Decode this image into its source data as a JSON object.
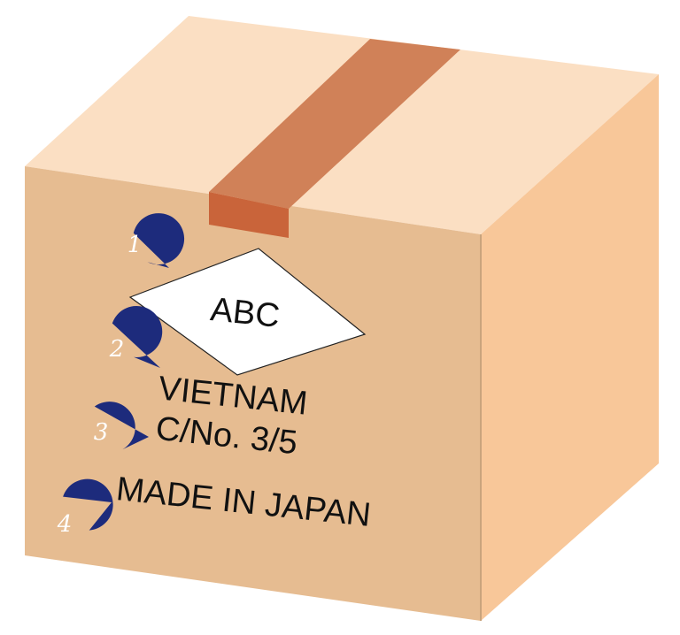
{
  "shipping_marks": {
    "main_mark": "ABC",
    "destination": "VIETNAM",
    "case_number": "C/No. 3/5",
    "origin": "MADE IN JAPAN"
  },
  "callouts": [
    {
      "number": "1"
    },
    {
      "number": "2"
    },
    {
      "number": "3"
    },
    {
      "number": "4"
    }
  ],
  "colors": {
    "box_front": "#e6bc91",
    "box_top": "#fbdfc3",
    "box_side": "#f8c799",
    "tape_top": "#d08158",
    "tape_front": "#c9643a",
    "badge": "#1d2b7c",
    "label_bg": "#ffffff"
  }
}
